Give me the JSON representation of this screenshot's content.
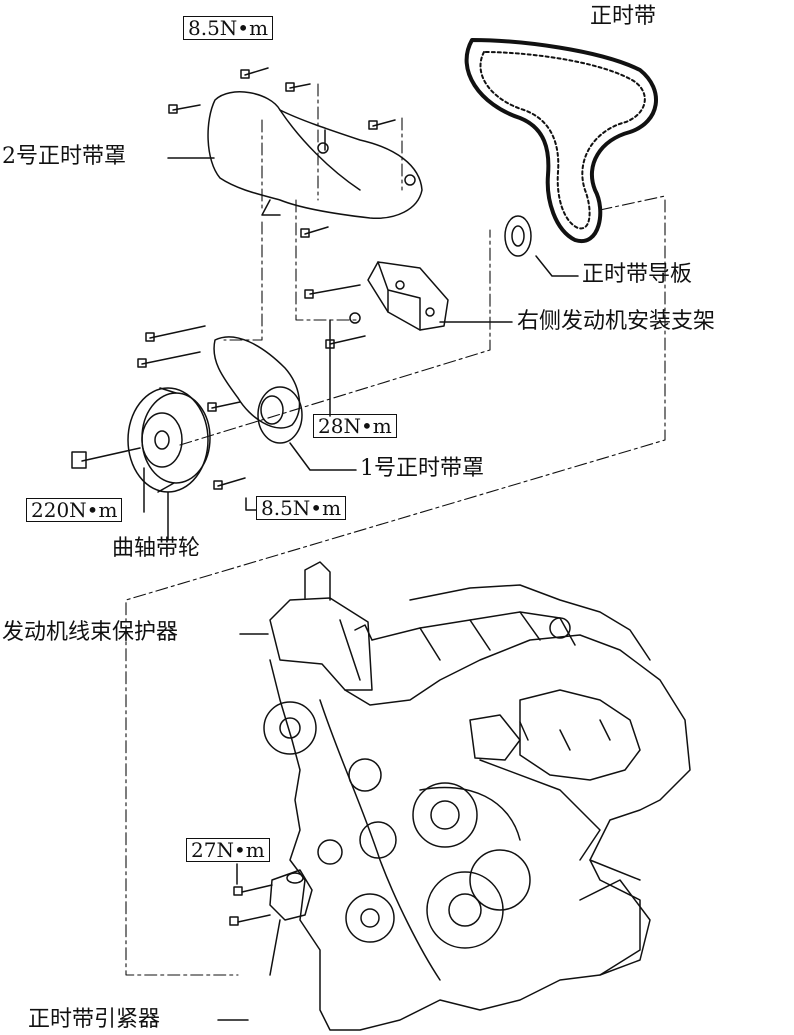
{
  "labels": {
    "timing_belt": "正时带",
    "cover_no2": "2号正时带罩",
    "belt_guide": "正时带导板",
    "rh_mount_bracket": "右侧发动机安装支架",
    "cover_no1": "1号正时带罩",
    "crank_pulley": "曲轴带轮",
    "harness_protector": "发动机线束保护器",
    "tensioner": "正时带引紧器"
  },
  "torques": {
    "t_cover_top": "8.5N•m",
    "t_bracket": "28N•m",
    "t_pulley": "220N•m",
    "t_cover_bottom": "8.5N•m",
    "t_tensioner": "27N•m"
  }
}
